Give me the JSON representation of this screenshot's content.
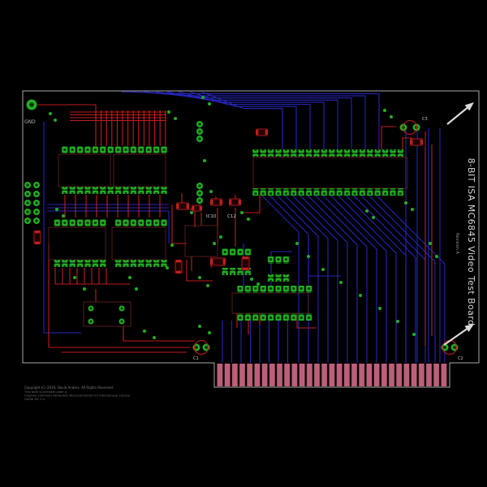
{
  "board": {
    "title": "8-BIT ISA MC6845 Video Test Board",
    "revision": "Revision A",
    "gnd_label": "GND",
    "copyright_lines": [
      "Copyright (C) 2019, David Anders. All Rights Reserved.",
      "This work is licensed under a",
      "Creative Commons Attribution-NonCommercial 4.0 International License",
      "OSHW MC 0.4"
    ],
    "designators": {
      "ic10": "IC10",
      "c12": "C12",
      "c1": "C1",
      "c2": "C2",
      "c3": "C3"
    }
  },
  "colors": {
    "background": "#000000",
    "top_copper": "#c01d1d",
    "bottom_copper": "#2626bb",
    "pad_green": "#22ae22",
    "connector_pink": "#bd5f7a",
    "outline_gray": "#a8a8a8"
  }
}
